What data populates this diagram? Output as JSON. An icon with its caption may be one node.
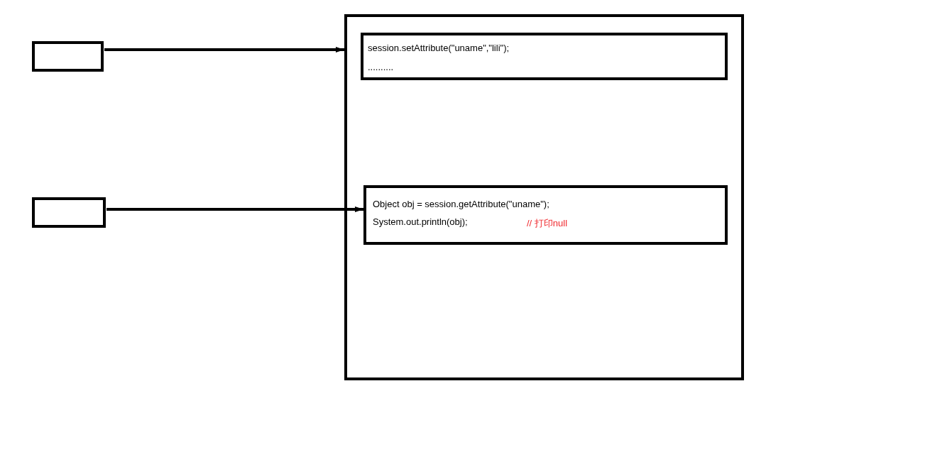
{
  "diagram": {
    "nodes": [
      {
        "text": [],
        "shape": "box"
      },
      {
        "text": [],
        "shape": "box"
      },
      {
        "text": [],
        "shape": "box"
      },
      {
        "text": [
          "session.setAttribute(\"uname\",\"lili\");",
          ".........."
        ],
        "in": 2
      },
      {
        "text": [
          "Object obj = session.getAttribute(\"uname\");",
          "System.out.println(obj);",
          "// 打印null"
        ],
        "in": 2
      }
    ],
    "edges": [
      {
        "from": 0,
        "to": 2,
        "arrow": "to"
      },
      {
        "from": 1,
        "to": 4,
        "arrow": "to"
      }
    ]
  }
}
